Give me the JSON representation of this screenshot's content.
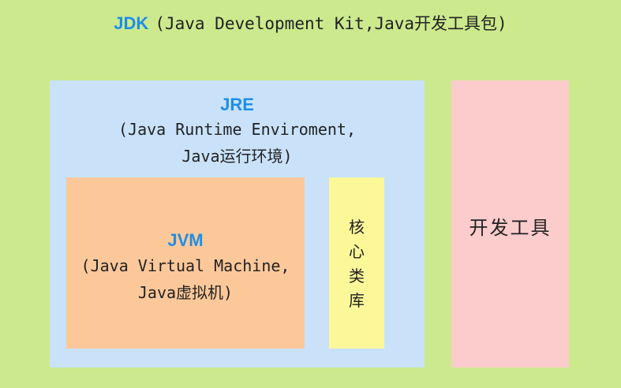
{
  "jdk": {
    "acronym": "JDK",
    "description": "(Java Development Kit,Java开发工具包)"
  },
  "jre": {
    "acronym": "JRE",
    "line1": "(Java Runtime Enviroment,",
    "line2": "Java运行环境)"
  },
  "jvm": {
    "acronym": "JVM",
    "line1": "(Java Virtual Machine,",
    "line2": "Java虚拟机)"
  },
  "core_library": [
    "核",
    "心",
    "类",
    "库"
  ],
  "dev_tools": "开发工具",
  "colors": {
    "background": "#cce98d",
    "jre": "#c9e2fa",
    "jvm": "#fcc89a",
    "core_library": "#fcf89a",
    "dev_tools": "#fccccc",
    "acronym": "#1f8ee6"
  }
}
